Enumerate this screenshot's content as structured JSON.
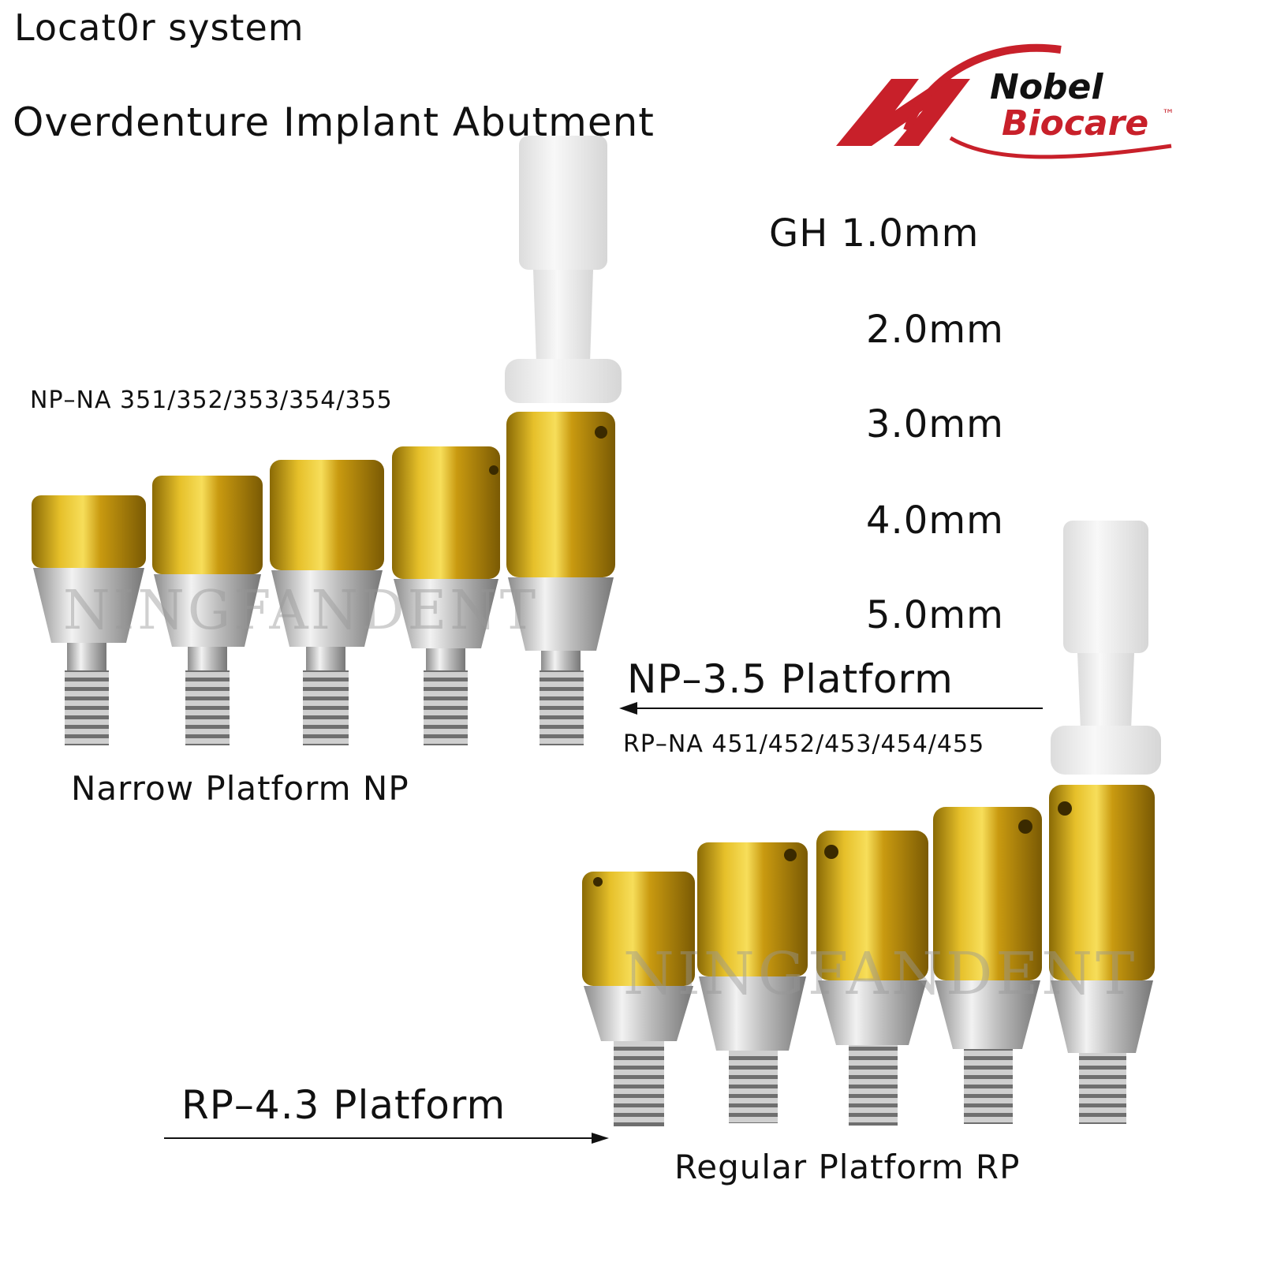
{
  "header": {
    "line1": "Locat0r system",
    "line2": "Overdenture Implant Abutment"
  },
  "logo": {
    "name_line1": "Nobel",
    "name_line2": "Biocare",
    "trademark": "™",
    "brand_color": "#c8202a"
  },
  "gingival_heights": [
    "GH 1.0mm",
    "2.0mm",
    "3.0mm",
    "4.0mm",
    "5.0mm"
  ],
  "np": {
    "codes": "NP–NA 351/352/353/354/355",
    "platform": "NP–3.5 Platform",
    "caption": "Narrow Platform NP"
  },
  "rp": {
    "codes": "RP–NA 451/452/453/454/455",
    "platform": "RP–4.3 Platform",
    "caption": "Regular Platform RP"
  },
  "watermark": "NINGFANDENT",
  "colors": {
    "gold": "#d4a514",
    "titanium": "#c8c8c8",
    "nylon_cap": "#eeeeee"
  }
}
